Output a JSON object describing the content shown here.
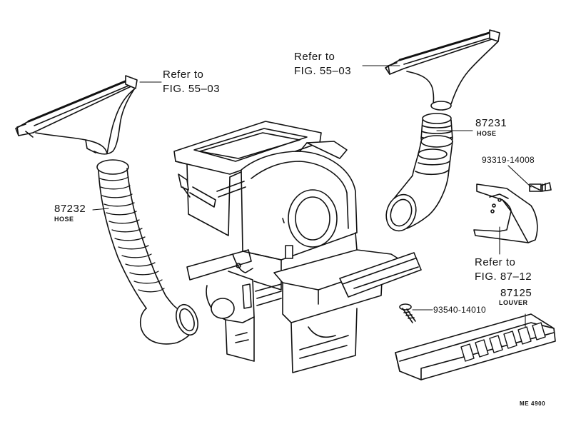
{
  "callouts": {
    "left_ref": {
      "line1": "Refer to",
      "line2": "FIG. 55–03"
    },
    "top_ref": {
      "line1": "Refer to",
      "line2": "FIG. 55–03"
    },
    "hose_right": {
      "part_no": "87231",
      "name": "HOSE"
    },
    "hose_left": {
      "part_no": "87232",
      "name": "HOSE"
    },
    "screw_upper": {
      "part_no": "93319-14008"
    },
    "bracket_ref": {
      "line1": "Refer to",
      "line2": "FIG. 87–12"
    },
    "louver": {
      "part_no": "87125",
      "name": "LOUVER"
    },
    "screw_lower": {
      "part_no": "93540-14010"
    }
  },
  "diagram_code": "ME 4900"
}
